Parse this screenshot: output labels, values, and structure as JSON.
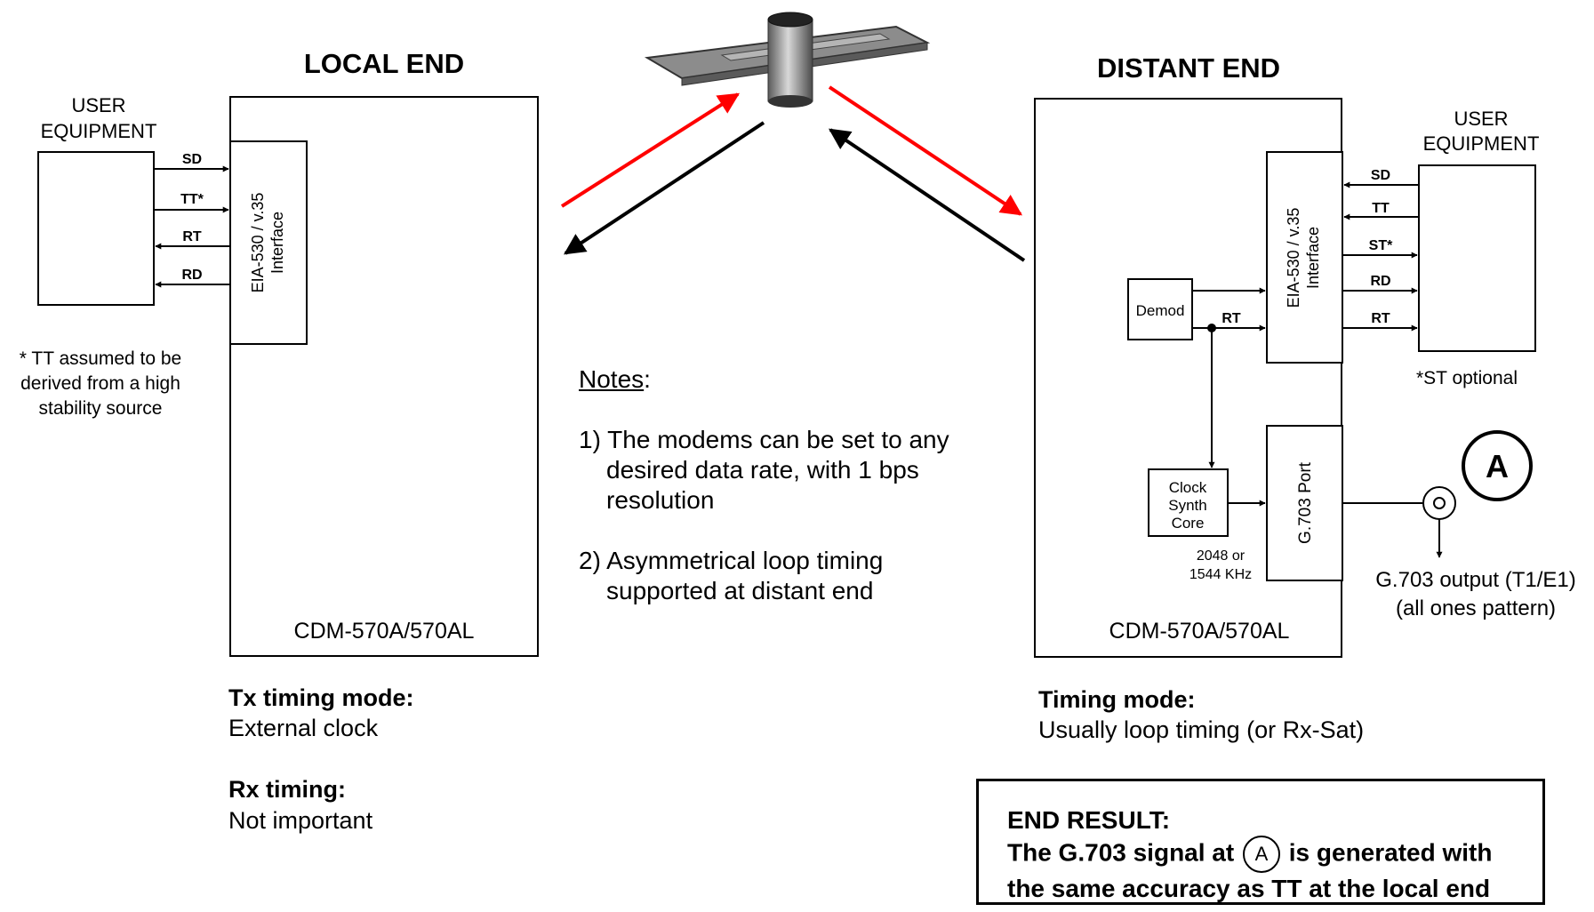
{
  "local": {
    "title": "LOCAL END",
    "user_equipment": [
      "USER",
      "EQUIPMENT"
    ],
    "signals": [
      "SD",
      "TT*",
      "RT",
      "RD"
    ],
    "interface": [
      "EIA-530 / v.35",
      "Interface"
    ],
    "footnote": [
      "* TT assumed to be",
      "derived from a high",
      "stability source"
    ],
    "model": "CDM-570A/570AL",
    "tx_heading": "Tx timing mode:",
    "tx_value": "External clock",
    "rx_heading": "Rx timing:",
    "rx_value": "Not important"
  },
  "distant": {
    "title": "DISTANT END",
    "user_equipment": [
      "USER",
      "EQUIPMENT"
    ],
    "signals": [
      "SD",
      "TT",
      "ST*",
      "RD",
      "RT"
    ],
    "interface": [
      "EIA-530 / v.35",
      "Interface"
    ],
    "demod": "Demod",
    "rt_label": "RT",
    "clock": [
      "Clock",
      "Synth",
      "Core"
    ],
    "freq": [
      "2048 or",
      "1544 KHz"
    ],
    "g703_port": "G.703 Port",
    "st_note": "*ST optional",
    "output_marker": "A",
    "output_label": [
      "G.703 output (T1/E1)",
      "(all ones pattern)"
    ],
    "model": "CDM-570A/570AL",
    "timing_heading": "Timing mode:",
    "timing_value": "Usually loop timing (or Rx-Sat)"
  },
  "notes": {
    "heading": "Notes",
    "colon": ":",
    "items": [
      [
        "1) The modems can be set to any",
        "desired data rate, with 1 bps",
        "resolution"
      ],
      [
        "2) Asymmetrical loop timing",
        "supported at distant end"
      ]
    ]
  },
  "result": {
    "heading": "END RESULT:",
    "line1_a": "The G.703 signal at",
    "marker": "A",
    "line1_b": "is generated with",
    "line2": "the same accuracy as TT at the local end"
  },
  "colors": {
    "uplink": "#ff0000",
    "downlink": "#000000"
  },
  "icons": {
    "satellite": "satellite-icon"
  }
}
